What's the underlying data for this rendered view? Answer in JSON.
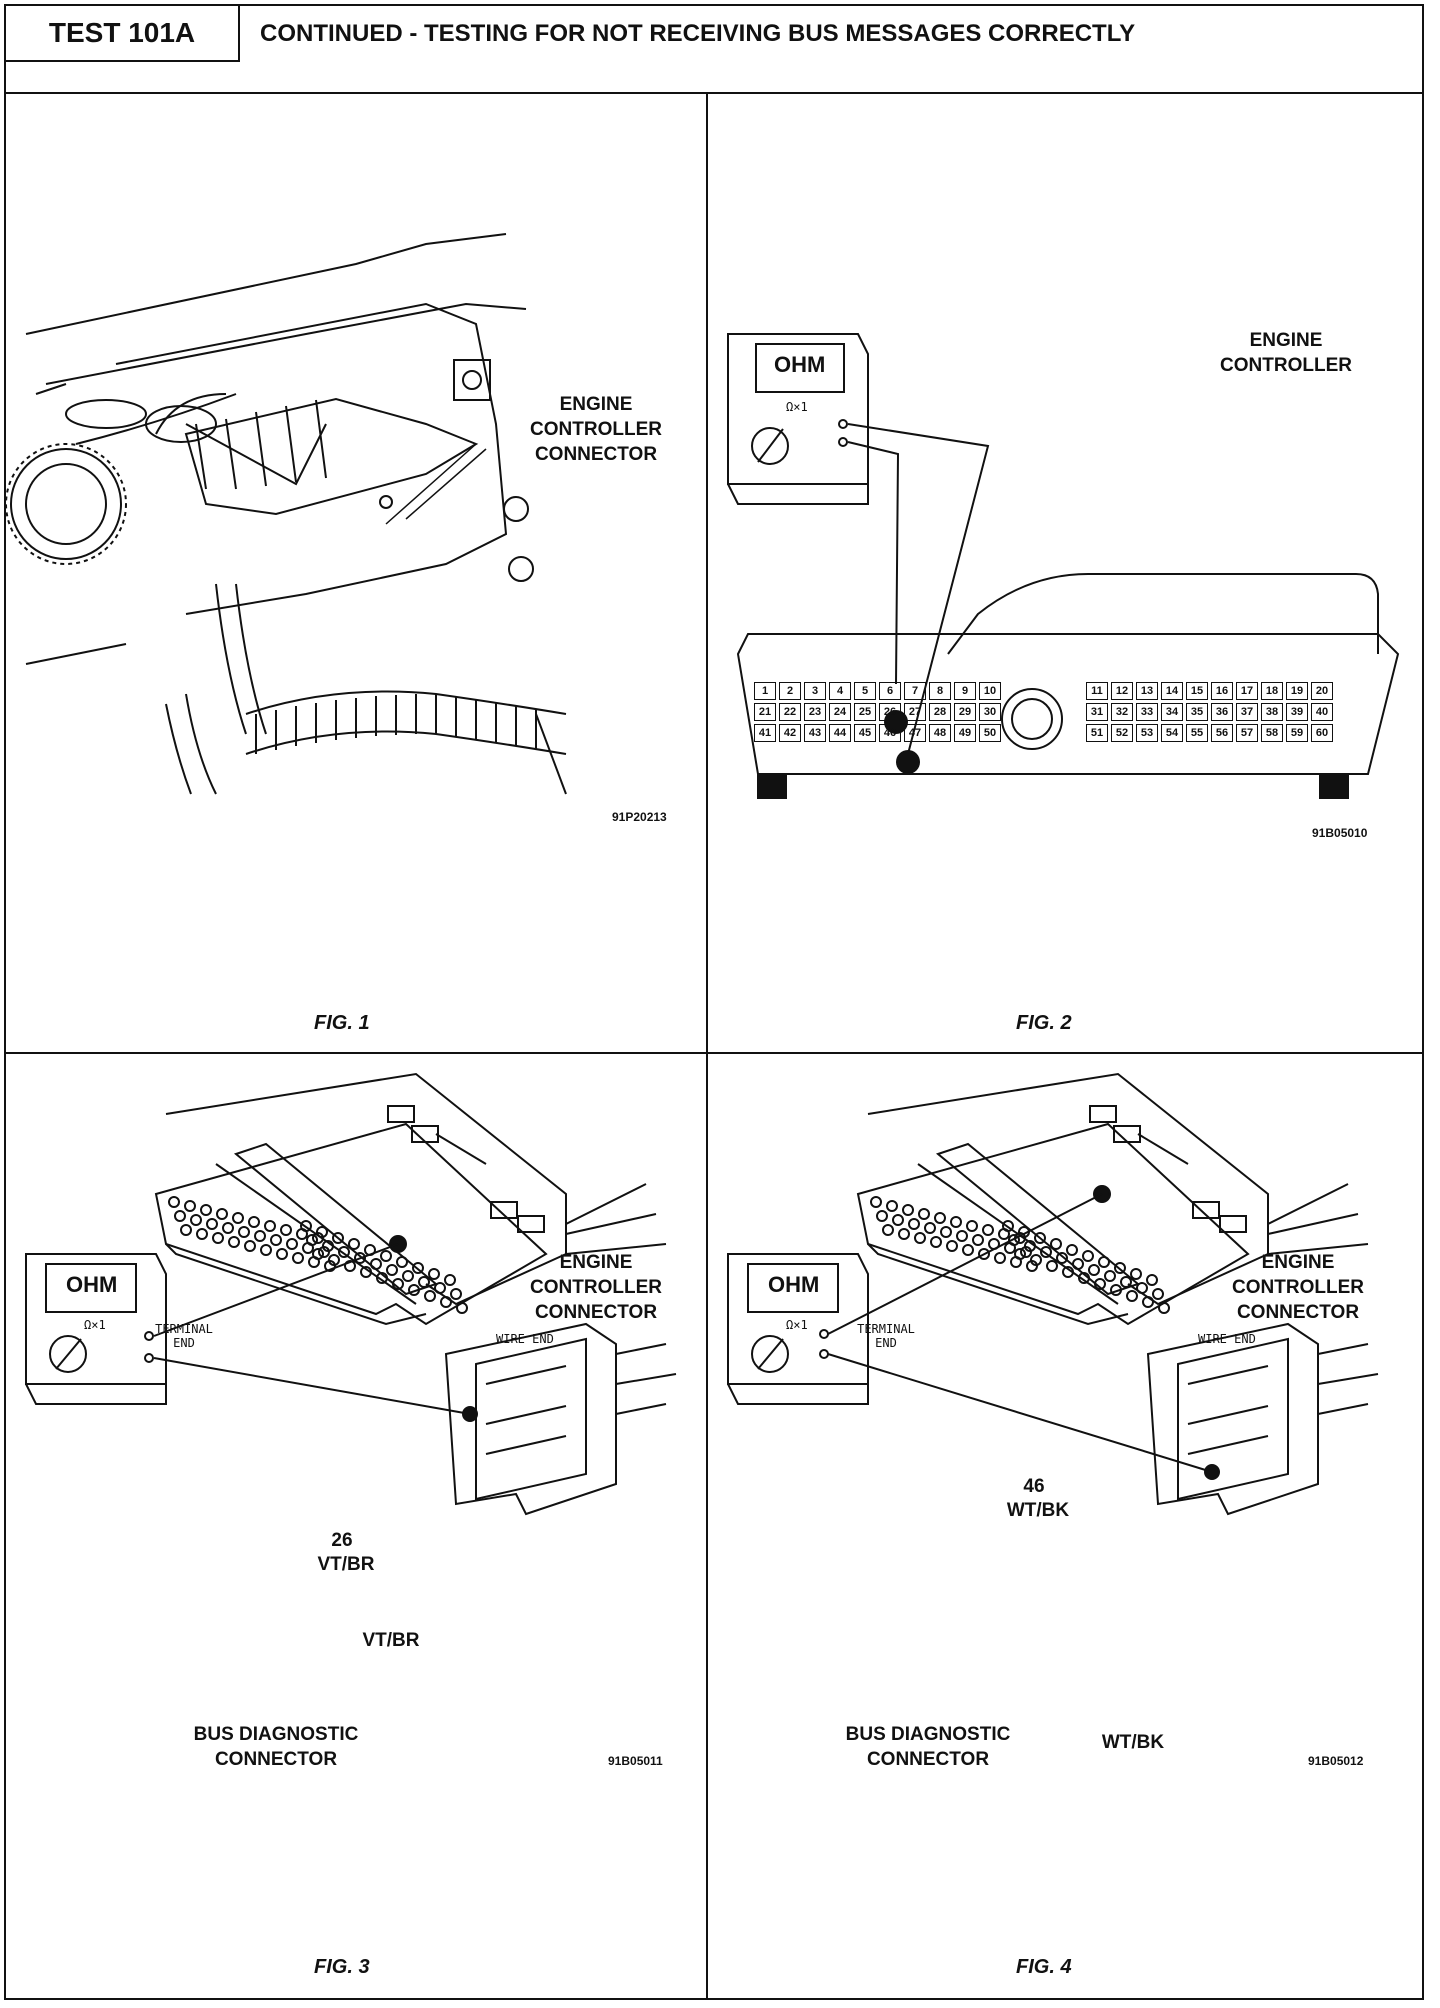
{
  "header": {
    "test_id": "TEST 101A",
    "title": "CONTINUED - TESTING FOR NOT RECEIVING BUS MESSAGES CORRECTLY"
  },
  "fig1": {
    "caption": "FIG. 1",
    "label": "ENGINE CONTROLLER CONNECTOR",
    "code": "91P20213"
  },
  "fig2": {
    "caption": "FIG. 2",
    "label": "ENGINE CONTROLLER",
    "code": "91B05010",
    "meter_display": "OHM",
    "meter_range": "Ω×1",
    "pins_left": [
      "1",
      "2",
      "3",
      "4",
      "5",
      "6",
      "7",
      "8",
      "9",
      "10",
      "21",
      "22",
      "23",
      "24",
      "25",
      "26",
      "27",
      "28",
      "29",
      "30",
      "41",
      "42",
      "43",
      "44",
      "45",
      "46",
      "47",
      "48",
      "49",
      "50"
    ],
    "pins_right": [
      "11",
      "12",
      "13",
      "14",
      "15",
      "16",
      "17",
      "18",
      "19",
      "20",
      "31",
      "32",
      "33",
      "34",
      "35",
      "36",
      "37",
      "38",
      "39",
      "40",
      "51",
      "52",
      "53",
      "54",
      "55",
      "56",
      "57",
      "58",
      "59",
      "60"
    ]
  },
  "fig3": {
    "caption": "FIG. 3",
    "label": "ENGINE CONTROLLER CONNECTOR",
    "terminal_end": "TERMINAL END",
    "wire_end": "WIRE END",
    "pin_number": "26",
    "pin_color": "VT/BR",
    "bus_wire": "VT/BR",
    "bus_label": "BUS DIAGNOSTIC CONNECTOR",
    "code": "91B05011",
    "meter_display": "OHM",
    "meter_range": "Ω×1"
  },
  "fig4": {
    "caption": "FIG. 4",
    "label": "ENGINE CONTROLLER CONNECTOR",
    "terminal_end": "TERMINAL END",
    "wire_end": "WIRE END",
    "pin_number": "46",
    "pin_color": "WT/BK",
    "bus_wire": "WT/BK",
    "bus_label": "BUS DIAGNOSTIC CONNECTOR",
    "code": "91B05012",
    "meter_display": "OHM",
    "meter_range": "Ω×1"
  }
}
